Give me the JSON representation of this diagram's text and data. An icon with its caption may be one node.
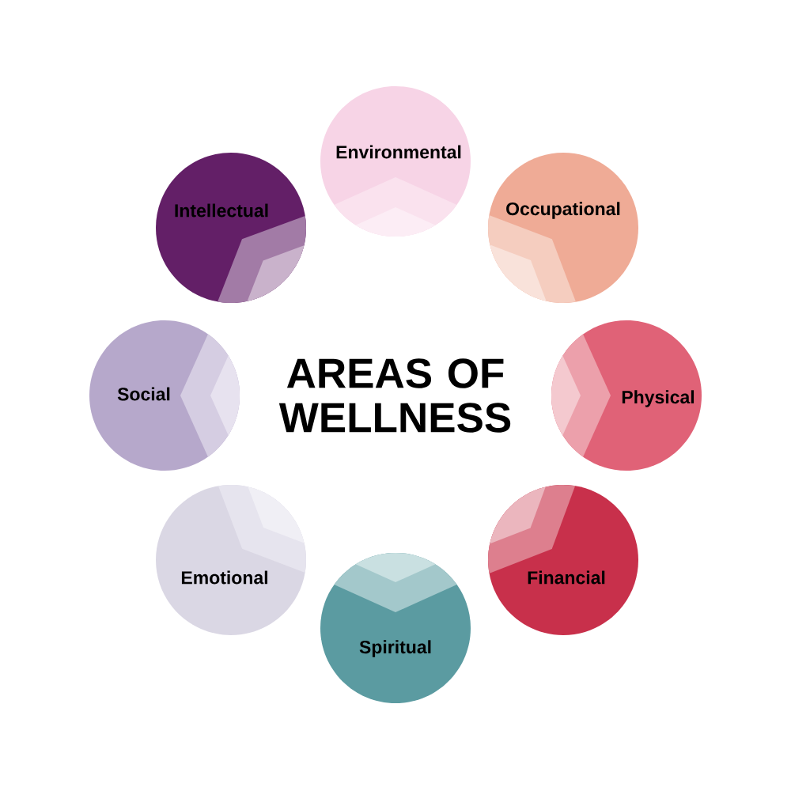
{
  "diagram": {
    "title": "AREAS OF WELLNESS",
    "nodes": [
      {
        "text": [
          "Environmental"
        ]
      },
      {
        "text": [
          "Occupational"
        ]
      },
      {
        "text": [
          "Physical"
        ]
      },
      {
        "text": [
          "Financial"
        ]
      },
      {
        "text": [
          "Spiritual"
        ]
      },
      {
        "text": [
          "Emotional"
        ]
      },
      {
        "text": [
          "Social"
        ]
      },
      {
        "text": [
          "Intellectual"
        ]
      }
    ]
  }
}
